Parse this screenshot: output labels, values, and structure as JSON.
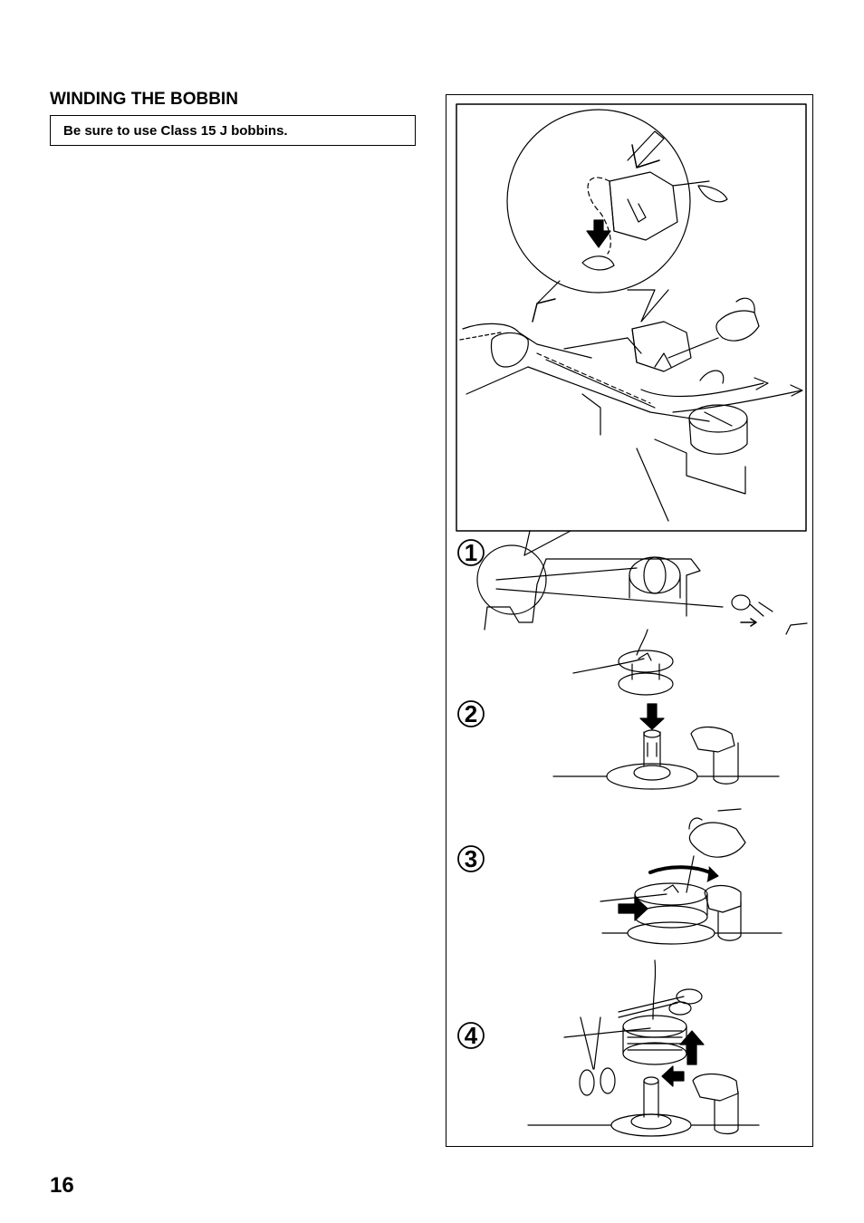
{
  "section": {
    "title": "WINDING THE BOBBIN"
  },
  "note": {
    "text": "Be sure to use Class 15 J bobbins."
  },
  "figure": {
    "steps": [
      "1",
      "2",
      "3",
      "4"
    ]
  },
  "page": {
    "number": "16"
  }
}
